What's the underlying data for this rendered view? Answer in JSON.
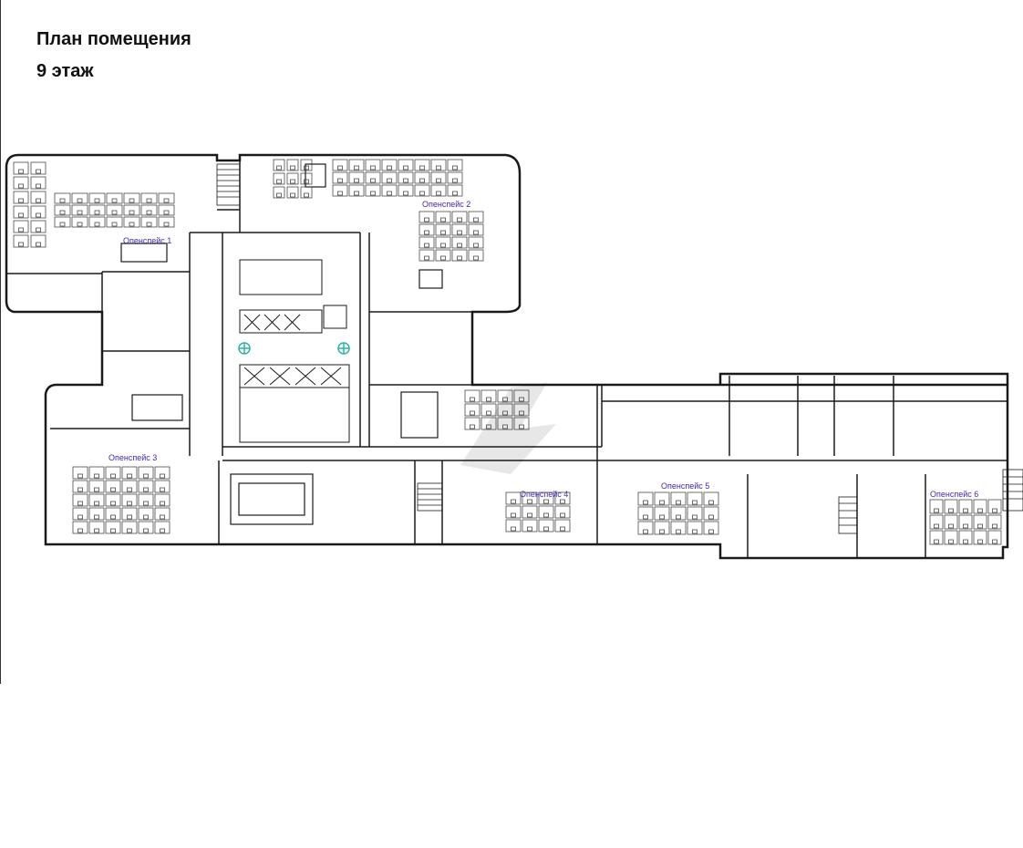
{
  "header": {
    "title": "План помещения",
    "floor": "9 этаж"
  },
  "zones": [
    {
      "id": "openspace-1",
      "label": "Опенспейс 1"
    },
    {
      "id": "openspace-2",
      "label": "Опенспейс 2"
    },
    {
      "id": "openspace-3",
      "label": "Опенспейс 3"
    },
    {
      "id": "openspace-4",
      "label": "Опенспейс 4"
    },
    {
      "id": "openspace-5",
      "label": "Опенспейс 5"
    },
    {
      "id": "openspace-6",
      "label": "Опенспейс 6"
    }
  ],
  "colors": {
    "wall": "#1a1a1a",
    "furniture": "#333333",
    "zone_label": "#3a2bb0",
    "elevator_marker": "#2bb5a0",
    "watermark": "#cfcfcf"
  }
}
